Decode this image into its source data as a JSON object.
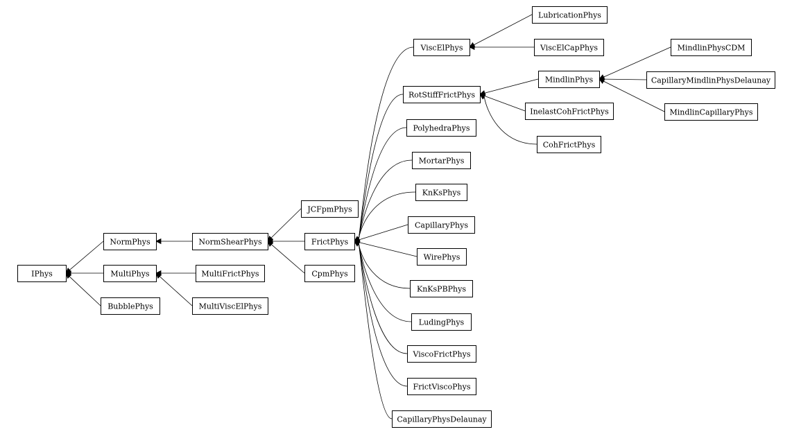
{
  "diagram": {
    "nodes": [
      {
        "id": "IPhys",
        "label": "IPhys"
      },
      {
        "id": "NormPhys",
        "label": "NormPhys"
      },
      {
        "id": "MultiPhys",
        "label": "MultiPhys"
      },
      {
        "id": "BubblePhys",
        "label": "BubblePhys"
      },
      {
        "id": "NormShearPhys",
        "label": "NormShearPhys"
      },
      {
        "id": "MultiFrictPhys",
        "label": "MultiFrictPhys"
      },
      {
        "id": "MultiViscElPhys",
        "label": "MultiViscElPhys"
      },
      {
        "id": "JCFpmPhys",
        "label": "JCFpmPhys"
      },
      {
        "id": "FrictPhys",
        "label": "FrictPhys"
      },
      {
        "id": "CpmPhys",
        "label": "CpmPhys"
      },
      {
        "id": "ViscElPhys",
        "label": "ViscElPhys"
      },
      {
        "id": "RotStiffFrictPhys",
        "label": "RotStiffFrictPhys"
      },
      {
        "id": "PolyhedraPhys",
        "label": "PolyhedraPhys"
      },
      {
        "id": "MortarPhys",
        "label": "MortarPhys"
      },
      {
        "id": "KnKsPhys",
        "label": "KnKsPhys"
      },
      {
        "id": "CapillaryPhys",
        "label": "CapillaryPhys"
      },
      {
        "id": "WirePhys",
        "label": "WirePhys"
      },
      {
        "id": "KnKsPBPhys",
        "label": "KnKsPBPhys"
      },
      {
        "id": "LudingPhys",
        "label": "LudingPhys"
      },
      {
        "id": "ViscoFrictPhys",
        "label": "ViscoFrictPhys"
      },
      {
        "id": "FrictViscoPhys",
        "label": "FrictViscoPhys"
      },
      {
        "id": "CapillaryPhysDelaunay",
        "label": "CapillaryPhysDelaunay"
      },
      {
        "id": "LubricationPhys",
        "label": "LubricationPhys"
      },
      {
        "id": "ViscElCapPhys",
        "label": "ViscElCapPhys"
      },
      {
        "id": "MindlinPhys",
        "label": "MindlinPhys"
      },
      {
        "id": "InelastCohFrictPhys",
        "label": "InelastCohFrictPhys"
      },
      {
        "id": "CohFrictPhys",
        "label": "CohFrictPhys"
      },
      {
        "id": "MindlinPhysCDM",
        "label": "MindlinPhysCDM"
      },
      {
        "id": "CapillaryMindlinPhysDelaunay",
        "label": "CapillaryMindlinPhysDelaunay"
      },
      {
        "id": "MindlinCapillaryPhys",
        "label": "MindlinCapillaryPhys"
      }
    ],
    "edges": [
      {
        "from": "NormPhys",
        "to": "IPhys"
      },
      {
        "from": "MultiPhys",
        "to": "IPhys"
      },
      {
        "from": "BubblePhys",
        "to": "IPhys"
      },
      {
        "from": "NormShearPhys",
        "to": "NormPhys"
      },
      {
        "from": "MultiFrictPhys",
        "to": "MultiPhys"
      },
      {
        "from": "MultiViscElPhys",
        "to": "MultiPhys"
      },
      {
        "from": "JCFpmPhys",
        "to": "NormShearPhys"
      },
      {
        "from": "FrictPhys",
        "to": "NormShearPhys"
      },
      {
        "from": "CpmPhys",
        "to": "NormShearPhys"
      },
      {
        "from": "ViscElPhys",
        "to": "FrictPhys"
      },
      {
        "from": "RotStiffFrictPhys",
        "to": "FrictPhys"
      },
      {
        "from": "PolyhedraPhys",
        "to": "FrictPhys"
      },
      {
        "from": "MortarPhys",
        "to": "FrictPhys"
      },
      {
        "from": "KnKsPhys",
        "to": "FrictPhys"
      },
      {
        "from": "CapillaryPhys",
        "to": "FrictPhys"
      },
      {
        "from": "WirePhys",
        "to": "FrictPhys"
      },
      {
        "from": "KnKsPBPhys",
        "to": "FrictPhys"
      },
      {
        "from": "LudingPhys",
        "to": "FrictPhys"
      },
      {
        "from": "ViscoFrictPhys",
        "to": "FrictPhys"
      },
      {
        "from": "FrictViscoPhys",
        "to": "FrictPhys"
      },
      {
        "from": "CapillaryPhysDelaunay",
        "to": "FrictPhys"
      },
      {
        "from": "LubricationPhys",
        "to": "ViscElPhys"
      },
      {
        "from": "ViscElCapPhys",
        "to": "ViscElPhys"
      },
      {
        "from": "MindlinPhys",
        "to": "RotStiffFrictPhys"
      },
      {
        "from": "InelastCohFrictPhys",
        "to": "RotStiffFrictPhys"
      },
      {
        "from": "CohFrictPhys",
        "to": "RotStiffFrictPhys"
      },
      {
        "from": "MindlinPhysCDM",
        "to": "MindlinPhys"
      },
      {
        "from": "CapillaryMindlinPhysDelaunay",
        "to": "MindlinPhys"
      },
      {
        "from": "MindlinCapillaryPhys",
        "to": "MindlinPhys"
      }
    ]
  }
}
